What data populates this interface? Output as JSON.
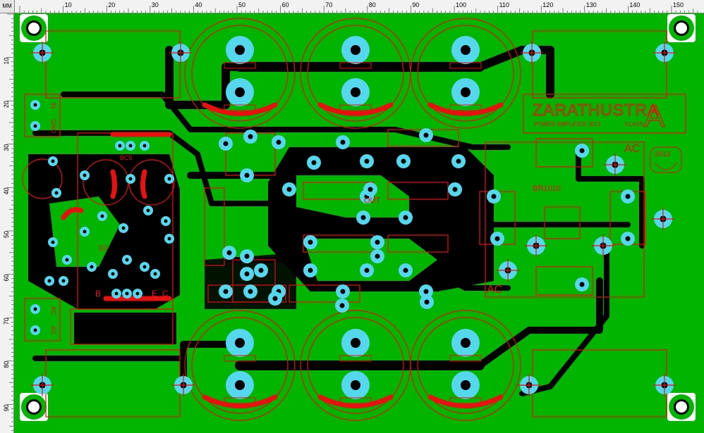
{
  "ruler": {
    "unit": "MM",
    "top_ticks": [
      "10",
      "20",
      "30",
      "40",
      "50",
      "60",
      "70",
      "80",
      "90",
      "100",
      "110",
      "120",
      "130",
      "140",
      "150"
    ],
    "left_ticks": [
      "10",
      "20",
      "30",
      "40",
      "50",
      "60",
      "70",
      "80",
      "90"
    ]
  },
  "board": {
    "title": "ZARATHUSTRA",
    "title_mark": "A",
    "subtitle": "POWER AMPLIFIER 2013",
    "klass": "KLASS",
    "year_badge": "2013",
    "part_code": "BR1010",
    "ac_top": "AC",
    "ac_bottom": "AC",
    "out_label": "OUT",
    "left_connector": [
      "IN",
      "GND"
    ],
    "left_connector_bottom": [
      "AC",
      "AC"
    ],
    "q_label": "Q2",
    "b_label": "B",
    "e_label": "E",
    "c_label": "C",
    "bc_label": "BC5"
  },
  "colors": {
    "board": "#00b400",
    "copper": "#000000",
    "pad": "#55d7ee",
    "silk": "#e81010",
    "ruler_bg": "#f2f2f2"
  }
}
